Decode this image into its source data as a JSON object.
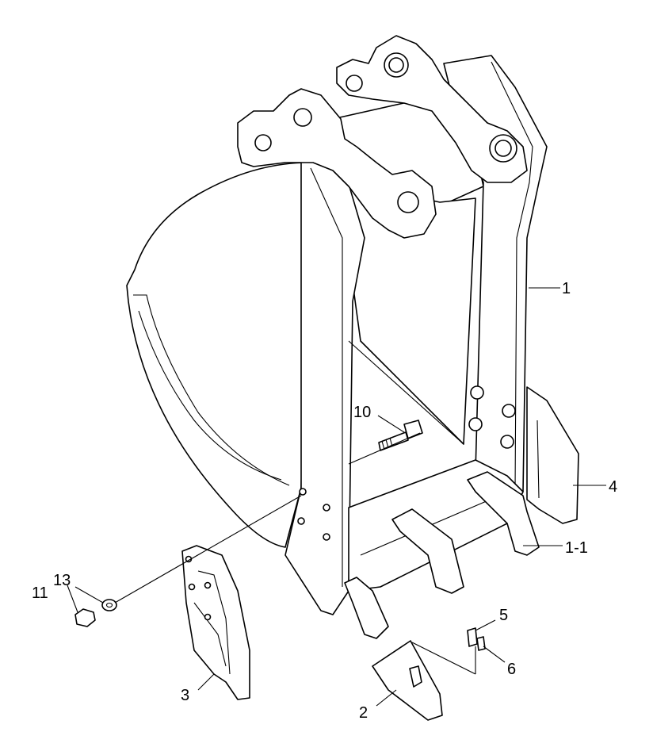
{
  "callouts": {
    "c1": "1",
    "c1_1": "1-1",
    "c2": "2",
    "c3": "3",
    "c4": "4",
    "c5": "5",
    "c6": "6",
    "c10": "10",
    "c11": "11",
    "c13": "13"
  }
}
